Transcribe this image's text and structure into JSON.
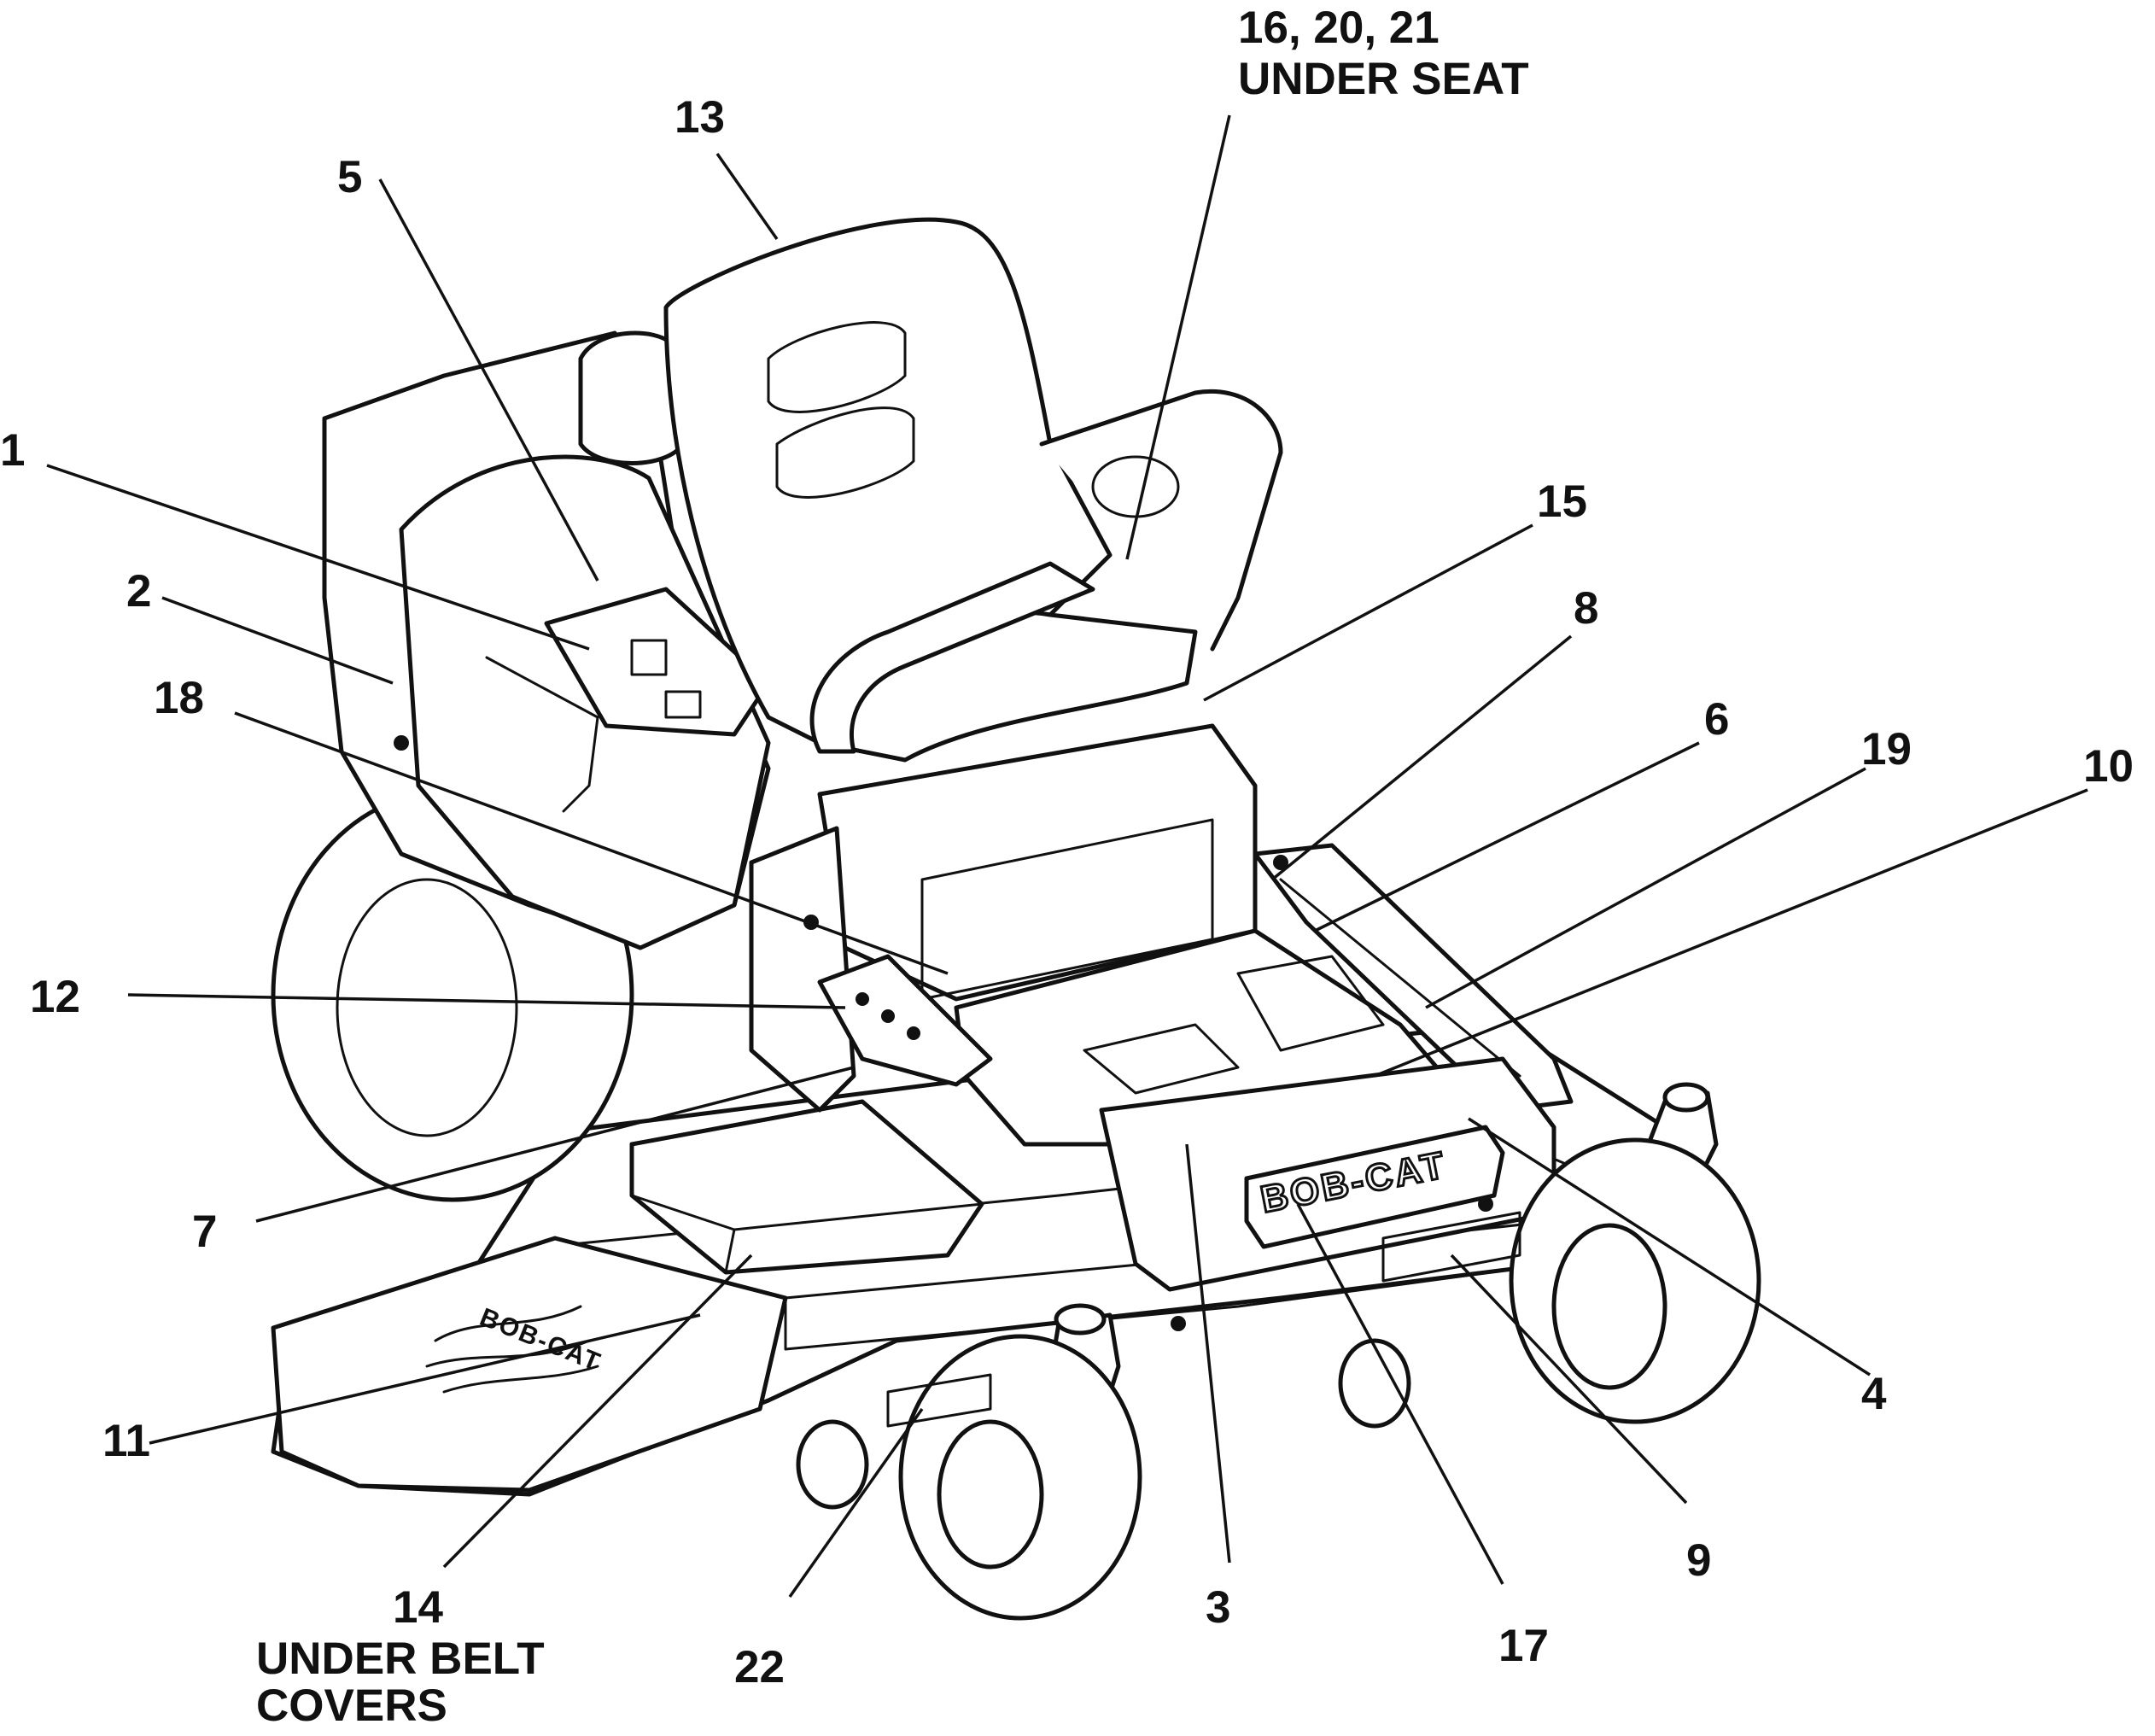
{
  "callouts": {
    "c1": "1",
    "c2": "2",
    "c3": "3",
    "c4": "4",
    "c5": "5",
    "c6": "6",
    "c7": "7",
    "c8": "8",
    "c9": "9",
    "c10": "10",
    "c11": "11",
    "c12": "12",
    "c13": "13",
    "c14": "14",
    "c14_note_1": "UNDER BELT",
    "c14_note_2": "COVERS",
    "c15": "15",
    "c16_20_21": "16, 20, 21",
    "c16_note": "UNDER SEAT",
    "c17": "17",
    "c18": "18",
    "c19": "19",
    "c22": "22"
  },
  "decals": {
    "hood_brand": "BOB-CAT",
    "deck_brand": "BOB-CAT"
  }
}
